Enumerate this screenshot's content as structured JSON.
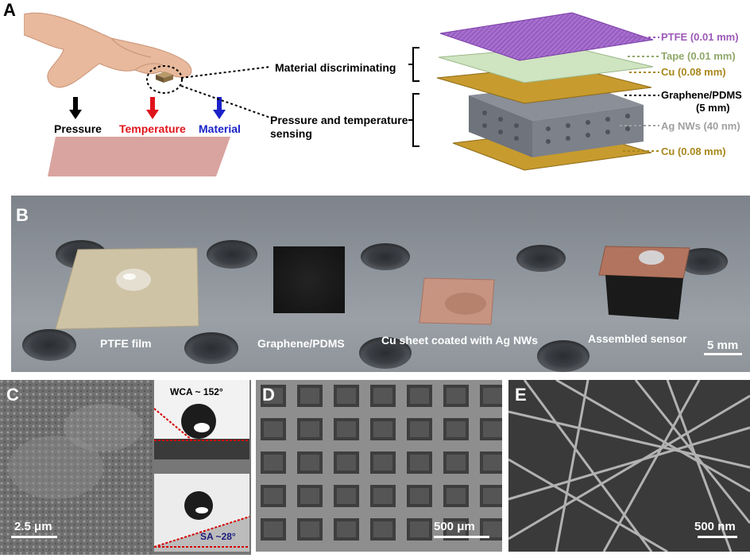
{
  "panels": {
    "A": "A",
    "B": "B",
    "C": "C",
    "D": "D",
    "E": "E"
  },
  "panelA": {
    "stimuli": {
      "pressure": "Pressure",
      "temperature": "Temperature",
      "material": "Material"
    },
    "callouts": {
      "material_discriminating": "Material discriminating",
      "pressure_temperature_line1": "Pressure and temperature",
      "pressure_temperature_line2": "sensing"
    },
    "layers": {
      "ptfe": "PTFE (0.01 mm)",
      "tape": "Tape (0.01 mm)",
      "cu_top": "Cu (0.08 mm)",
      "graphene_line1": "Graphene/PDMS",
      "graphene_line2": "(5 mm)",
      "ag": "Ag NWs (40 nm)",
      "cu_bottom": "Cu (0.08 mm)"
    },
    "colors": {
      "pressure_arrow": "#000000",
      "temperature_arrow": "#e0141c",
      "material_arrow": "#1a22c8",
      "ptfe": "#9b59b6",
      "tape": "#8fa86a",
      "cu": "#a8871c",
      "graphene": "#000000",
      "ag": "#a0a0a0"
    }
  },
  "panelB": {
    "samples": {
      "ptfe": "PTFE film",
      "graphene": "Graphene/PDMS",
      "cu": "Cu sheet  coated with Ag NWs",
      "sensor": "Assembled sensor"
    },
    "scale": "5 mm"
  },
  "panelC": {
    "scale": "2.5 μm",
    "wca": "WCA ~ 152°",
    "sa": "SA ~28°"
  },
  "panelD": {
    "scale": "500 μm"
  },
  "panelE": {
    "scale": "500 nm"
  }
}
